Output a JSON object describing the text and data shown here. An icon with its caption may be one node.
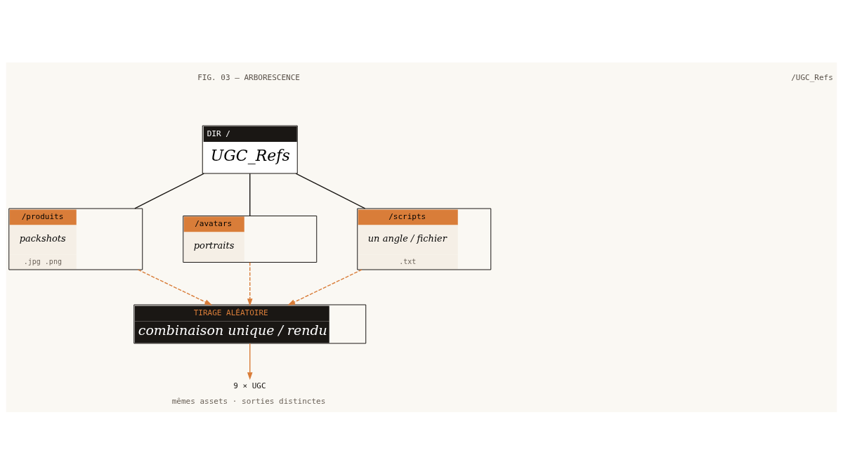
{
  "diagram": {
    "nodes": [
      {
        "text": [
          "DIR /",
          "UGC_Refs"
        ]
      },
      {
        "text": [
          "/produits",
          "packshots",
          ".jpg .png"
        ]
      },
      {
        "text": [
          "/avatars",
          "portraits"
        ]
      },
      {
        "text": [
          "/scripts",
          "un angle / fichier",
          ".txt"
        ]
      },
      {
        "text": [
          "TIRAGE ALÉATOIRE",
          "combinaison unique / rendu"
        ]
      },
      {
        "text": [
          "9 × UGC",
          "mêmes assets · sorties distinctes"
        ]
      }
    ],
    "edges": [
      {
        "from": 0,
        "to": 1,
        "arrow": "none",
        "color": "#1a1714"
      },
      {
        "from": 0,
        "to": 2,
        "arrow": "none",
        "color": "#1a1714"
      },
      {
        "from": 0,
        "to": 3,
        "arrow": "none",
        "color": "#1a1714"
      },
      {
        "from": 1,
        "to": 4,
        "arrow": "to",
        "style": "dashed"
      },
      {
        "from": 2,
        "to": 4,
        "arrow": "to",
        "style": "dashed"
      },
      {
        "from": 3,
        "to": 4,
        "arrow": "to",
        "style": "dashed"
      },
      {
        "from": 4,
        "to": 5,
        "arrow": "to"
      }
    ],
    "labels": [
      "FIG. 03 — ARBORESCENCE",
      "/UGC_Refs"
    ]
  }
}
